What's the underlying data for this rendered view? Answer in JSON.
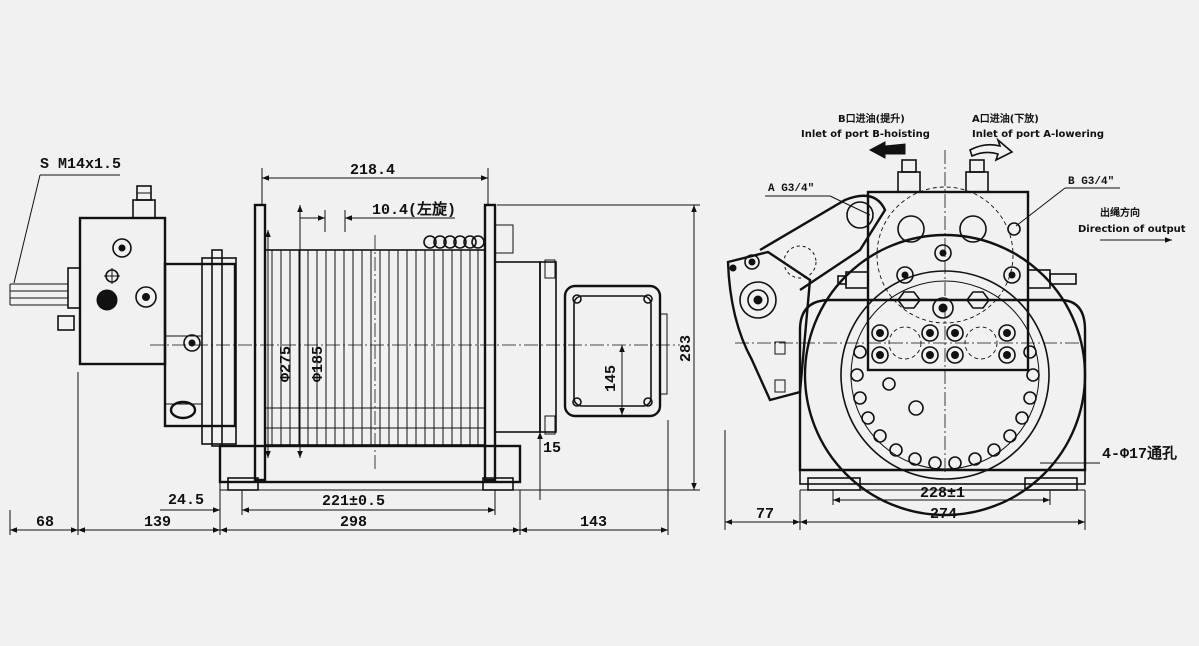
{
  "front_view": {
    "thread_callout": "S M14x1.5",
    "drum_width": "218.4",
    "rope_pitch": "10.4(左旋)",
    "drum_flange_dia": "Φ275",
    "drum_core_dia": "Φ185",
    "motor_height": "145",
    "overall_height": "283",
    "base_step": "15",
    "base_offset": "24.5",
    "mount_spacing": "221±0.5",
    "length_seg_1": "68",
    "length_seg_2": "139",
    "length_seg_3": "298",
    "length_seg_4": "143"
  },
  "side_view": {
    "port_b_cn": "B口进油(提升)",
    "port_b_en": "Inlet of port B-hoisting",
    "port_a_cn": "A口进油(下放)",
    "port_a_en": "Inlet of port A-lowering",
    "port_a_thread": "A G3/4\"",
    "port_b_thread": "B G3/4\"",
    "direction_cn": "出绳方向",
    "direction_en": "Direction of output",
    "mount_holes": "4-Φ17通孔",
    "mount_spacing": "228±1",
    "overall_width": "274",
    "offset": "77"
  }
}
